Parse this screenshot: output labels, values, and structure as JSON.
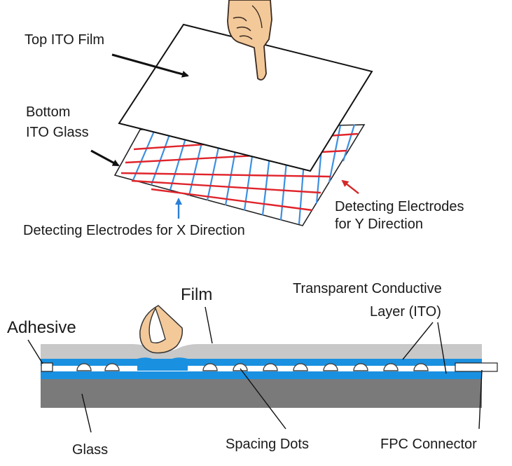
{
  "diagram": {
    "labels": {
      "top_ito_film": "Top ITO Film",
      "bottom_ito_glass_line1": "Bottom",
      "bottom_ito_glass_line2": "ITO Glass",
      "x_electrodes": "Detecting Electrodes for X Direction",
      "y_electrodes_line1": "Detecting Electrodes",
      "y_electrodes_line2": "for Y Direction",
      "film": "Film",
      "conductive_layer_line1": "Transparent Conductive",
      "conductive_layer_line2": "Layer (ITO)",
      "adhesive": "Adhesive",
      "glass": "Glass",
      "spacing_dots": "Spacing Dots",
      "fpc_connector": "FPC Connector"
    },
    "colors": {
      "x_electrode": "#e0242b",
      "y_electrode": "#3d8fe0",
      "ito_layer": "#1a90e0",
      "film": "#c8c8c8",
      "glass": "#7a7a7a",
      "skin": "#f3c99a"
    }
  }
}
